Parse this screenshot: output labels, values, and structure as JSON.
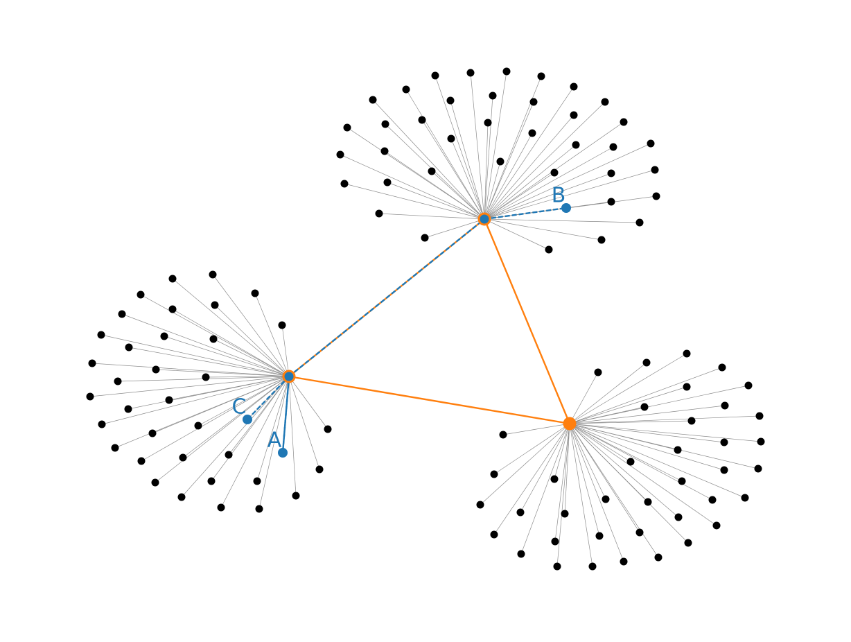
{
  "colors": {
    "background": "#ffffff",
    "leaf_node": "#000000",
    "leaf_edge": "#8c8c8c",
    "hub_edge": "#ff7f0e",
    "path": "#1f77b4",
    "label": "#1f77b4"
  },
  "chart_data": {
    "type": "network",
    "hubs": [
      "hub-top",
      "hub-left",
      "hub-right"
    ],
    "hub_edges": [
      [
        "hub-left",
        "hub-top"
      ],
      [
        "hub-top",
        "hub-right"
      ],
      [
        "hub-left",
        "hub-right"
      ]
    ],
    "leaf_counts": {
      "hub-top": 38,
      "hub-left": 39,
      "hub-right": 43
    },
    "highlighted_nodes": [
      {
        "label": "A",
        "hub": "hub-left"
      },
      {
        "label": "B",
        "hub": "hub-top"
      },
      {
        "label": "C",
        "hub": "hub-left"
      }
    ],
    "highlighted_path": [
      "C",
      "hub-left",
      "A",
      "hub-left",
      "hub-top",
      "B"
    ],
    "path_style": "dashed"
  }
}
